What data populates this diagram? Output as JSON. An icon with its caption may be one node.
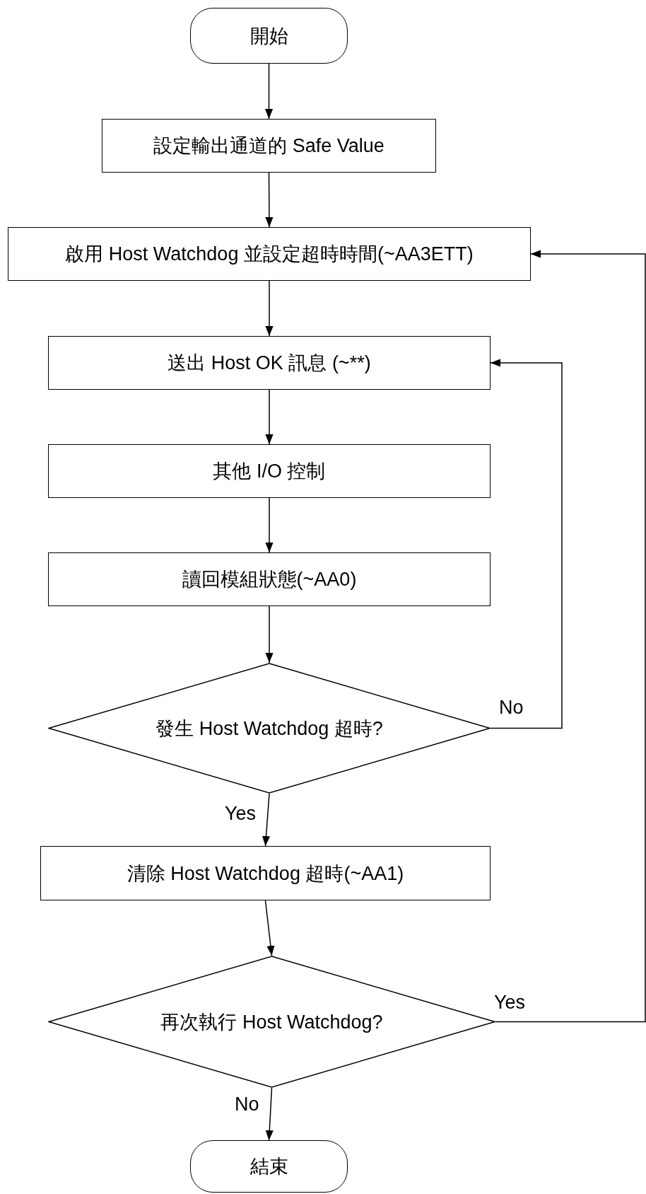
{
  "diagram": {
    "nodes": [
      {
        "text": [
          "開始"
        ]
      },
      {
        "text": [
          "設定輸出通道的 Safe Value"
        ]
      },
      {
        "text": [
          "啟用 Host Watchdog 並設定超時時間(~AA3ETT)"
        ]
      },
      {
        "text": [
          "送出 Host OK 訊息  (~**)"
        ]
      },
      {
        "text": [
          "其他 I/O 控制"
        ]
      },
      {
        "text": [
          "讀回模組狀態(~AA0)"
        ]
      },
      {
        "text": [
          "發生 Host Watchdog 超時?"
        ]
      },
      {
        "text": [
          "清除 Host Watchdog 超時(~AA1)"
        ]
      },
      {
        "text": [
          "再次執行 Host Watchdog?"
        ]
      },
      {
        "text": [
          "結束"
        ]
      }
    ],
    "edges": [
      {
        "from": 0,
        "to": 1,
        "arrow": "to"
      },
      {
        "from": 1,
        "to": 2,
        "arrow": "to"
      },
      {
        "from": 2,
        "to": 3,
        "arrow": "to"
      },
      {
        "from": 3,
        "to": 4,
        "arrow": "to"
      },
      {
        "from": 4,
        "to": 5,
        "arrow": "to"
      },
      {
        "from": 5,
        "to": 6,
        "arrow": "to"
      },
      {
        "from": 6,
        "to": 3,
        "arrow": "to",
        "label": "No"
      },
      {
        "from": 6,
        "to": 7,
        "arrow": "to",
        "label": "Yes"
      },
      {
        "from": 7,
        "to": 8,
        "arrow": "to"
      },
      {
        "from": 8,
        "to": 2,
        "arrow": "to",
        "label": "Yes"
      },
      {
        "from": 8,
        "to": 9,
        "arrow": "to",
        "label": "No"
      }
    ]
  }
}
